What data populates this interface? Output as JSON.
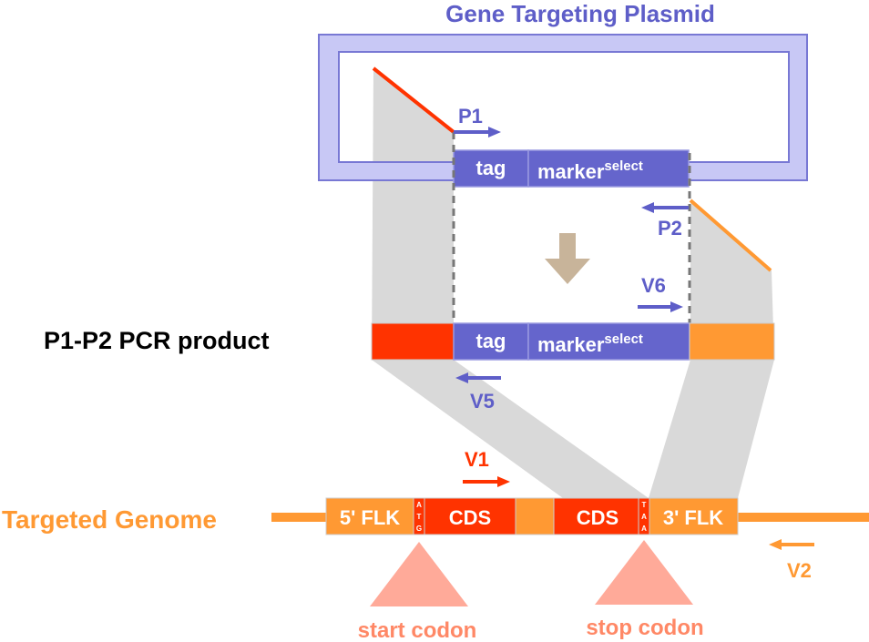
{
  "title": "Gene Targeting Plasmid",
  "pcr_label": "P1-P2 PCR product",
  "genome_label": "Targeted Genome",
  "plasmid_cassette": {
    "tag": "tag",
    "marker": "marker",
    "marker_sup": "select"
  },
  "pcr_cassette": {
    "tag": "tag",
    "marker": "marker",
    "marker_sup": "select"
  },
  "primers": {
    "p1": "P1",
    "p2": "P2",
    "v5": "V5",
    "v6": "V6",
    "v1": "V1",
    "v2": "V2"
  },
  "genome_segments": {
    "flk5": "5' FLK",
    "atg": [
      "A",
      "T",
      "G"
    ],
    "cds1": "CDS",
    "cds2": "CDS",
    "taa": [
      "T",
      "A",
      "A"
    ],
    "flk3": "3' FLK"
  },
  "annotations": {
    "start": "start codon",
    "stop": "stop codon"
  },
  "colors": {
    "plasmid_frame": "#c8c8f5",
    "plasmid_stroke": "#7878d4",
    "cassette": "#6565cc",
    "red": "#ff3300",
    "orange": "#ff9933",
    "pink": "#ffaa99",
    "gray_band": "#d9d9d9",
    "arrow_tan": "#c8b49a",
    "title_blue": "#5e5ec8"
  }
}
